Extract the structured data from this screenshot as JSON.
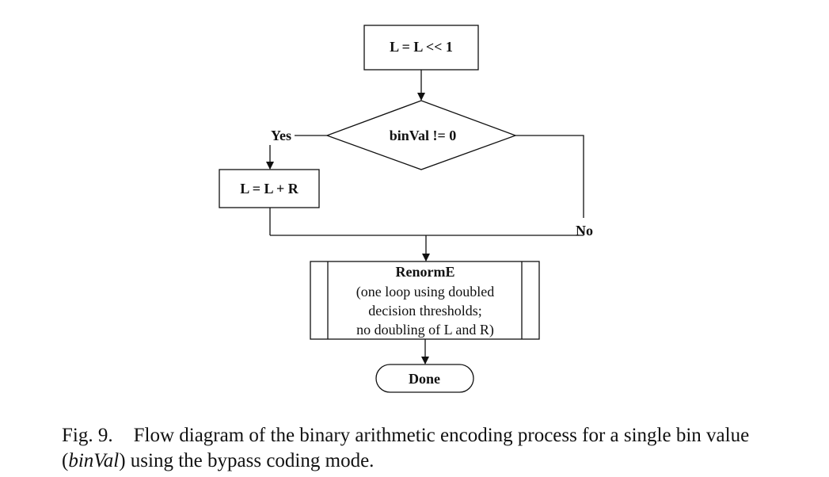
{
  "nodes": {
    "shift": "L = L << 1",
    "decision": "binVal != 0",
    "add": "L = L + R",
    "renorm_title": "RenormE",
    "renorm_lines": [
      "(one loop using doubled",
      "decision thresholds;",
      "no doubling of L and R)"
    ],
    "done": "Done"
  },
  "edges": {
    "yes": "Yes",
    "no": "No"
  },
  "caption": {
    "label": "Fig. 9.",
    "text_before": "Flow diagram of the binary arithmetic encoding process for a single bin value (",
    "emph": "binVal",
    "text_after": ") using the bypass coding mode."
  }
}
